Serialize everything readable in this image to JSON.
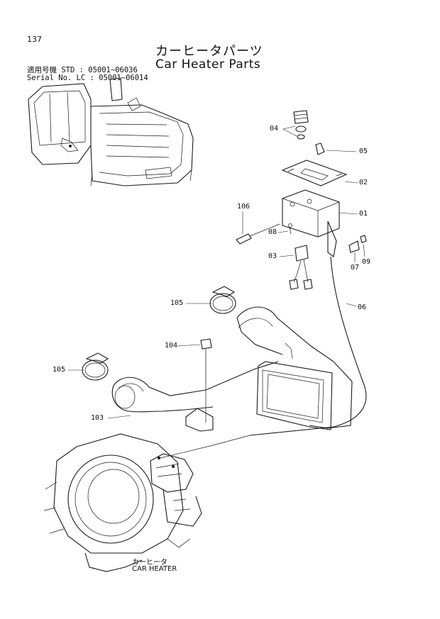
{
  "page": {
    "number": "137",
    "title_jp": "カーヒータパーツ",
    "title_en": "Car Heater Parts"
  },
  "serial": {
    "line1": "適用号機 STD : 05001~06036",
    "line2": "Serial No. LC  : 05001~06014"
  },
  "part_labels": {
    "p04": "04",
    "p05": "05",
    "p02": "02",
    "p106": "106",
    "p01": "01",
    "p08": "08",
    "p03": "03",
    "p07": "07",
    "p09": "09",
    "p105a": "105",
    "p06": "06",
    "p104": "104",
    "p105b": "105",
    "p103": "103"
  },
  "caption": {
    "jp": "カーヒータ",
    "en": "CAR HEATER"
  }
}
